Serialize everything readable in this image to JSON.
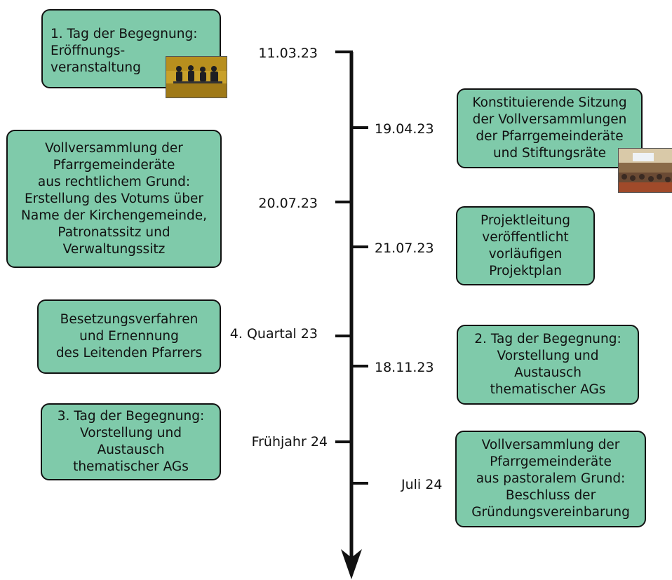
{
  "events": [
    {
      "id": "e1",
      "date": "11.03.23",
      "text": "1. Tag der Begegnung:\nEröffnungs-\nveranstaltung"
    },
    {
      "id": "e2",
      "date": "19.04.23",
      "text": "Konstituierende Sitzung\nder Vollversammlungen\nder Pfarrgemeinderäte\nund Stiftungsräte"
    },
    {
      "id": "e3",
      "date": "20.07.23",
      "text": "Vollversammlung der\nPfarrgemeinderäte\naus rechtlichem Grund:\nErstellung des Votums über\nName der Kirchengemeinde,\nPatronatssitz und\nVerwaltungssitz"
    },
    {
      "id": "e4",
      "date": "21.07.23",
      "text": "Projektleitung\nveröffentlicht\nvorläufigen\nProjektplan"
    },
    {
      "id": "e5",
      "date": "4. Quartal 23",
      "text": "Besetzungsverfahren\nund Ernennung\ndes Leitenden Pfarrers"
    },
    {
      "id": "e6",
      "date": "18.11.23",
      "text": "2. Tag der Begegnung:\nVorstellung und\nAustausch\nthematischer AGs"
    },
    {
      "id": "e7",
      "date": "Frühjahr 24",
      "text": "3. Tag der Begegnung:\nVorstellung und\nAustausch\nthematischer AGs"
    },
    {
      "id": "e8",
      "date": "Juli 24",
      "text": "Vollversammlung der\nPfarrgemeinderäte\naus pastoralem Grund:\nBeschluss der\nGründungsvereinbarung"
    }
  ],
  "colors": {
    "box_fill": "#7fcaaa",
    "line": "#111111"
  },
  "icons": [
    "panel-discussion-photo",
    "assembly-hall-photo"
  ]
}
